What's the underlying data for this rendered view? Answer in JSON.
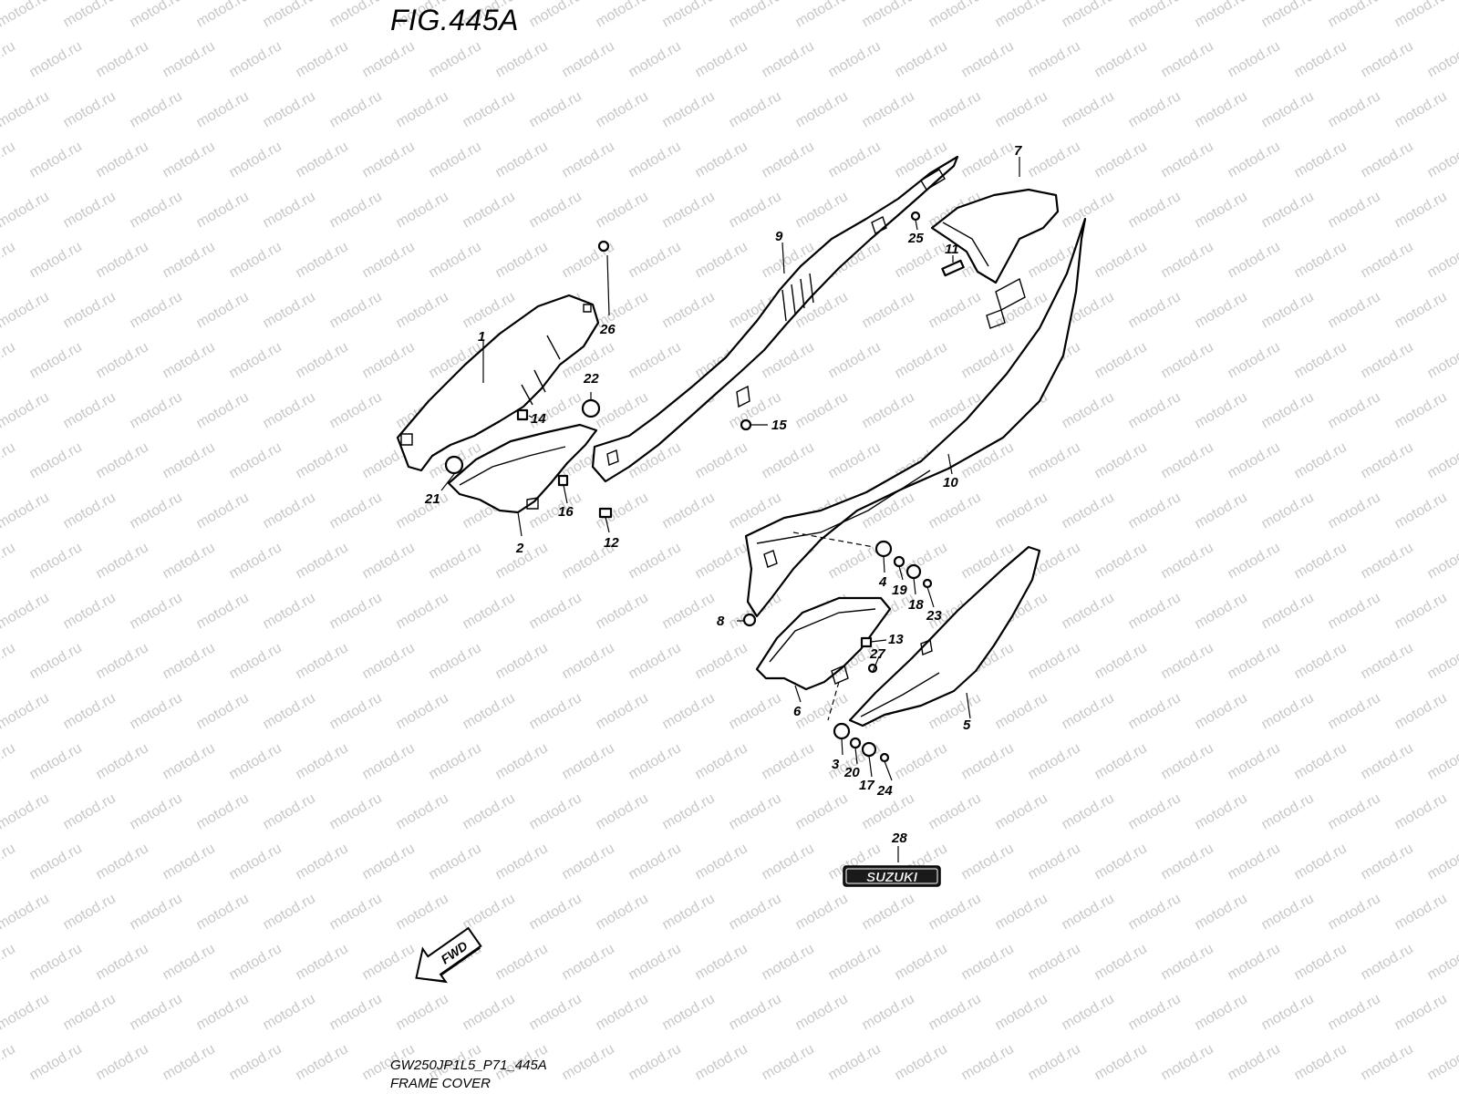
{
  "figure": {
    "title": "FIG.445A",
    "code": "GW250JP1L5_P71_445A",
    "name": "FRAME COVER",
    "watermark": "motod.ru",
    "direction_label": "FWD",
    "emblem_text": "SUZUKI"
  },
  "callouts": {
    "c1": "1",
    "c2": "2",
    "c3": "3",
    "c4": "4",
    "c5": "5",
    "c6": "6",
    "c7": "7",
    "c8": "8",
    "c9": "9",
    "c10": "10",
    "c11": "11",
    "c12": "12",
    "c13": "13",
    "c14": "14",
    "c15": "15",
    "c16": "16",
    "c17": "17",
    "c18": "18",
    "c19": "19",
    "c20": "20",
    "c21": "21",
    "c22": "22",
    "c23": "23",
    "c24": "24",
    "c25": "25",
    "c26": "26",
    "c27": "27",
    "c28": "28"
  }
}
